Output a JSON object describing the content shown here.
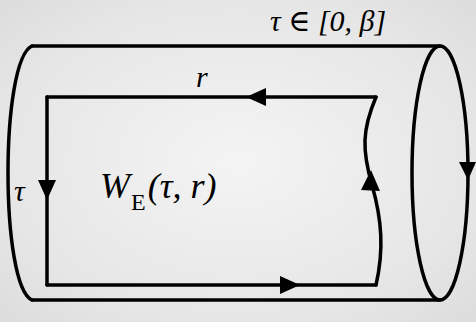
{
  "diagram": {
    "labels": [
      "τ ∈ [0, β]",
      "r",
      "τ",
      "W",
      "E",
      "(τ, r)"
    ]
  }
}
